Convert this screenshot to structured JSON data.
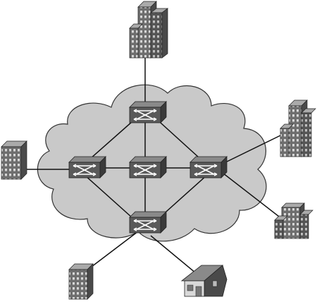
{
  "diagram": {
    "kind": "network-topology",
    "cloud_color": "#c9c9c9",
    "switch_color": "#5a5a5a",
    "building_color": "#7f7f7f",
    "nodes": {
      "switches": [
        {
          "id": "switch-top",
          "icon": "switch-icon"
        },
        {
          "id": "switch-left",
          "icon": "switch-icon"
        },
        {
          "id": "switch-center",
          "icon": "switch-icon"
        },
        {
          "id": "switch-right",
          "icon": "switch-icon"
        },
        {
          "id": "switch-bottom",
          "icon": "switch-icon"
        }
      ],
      "endpoints": [
        {
          "id": "tall-office-tower",
          "icon": "office-tower-icon"
        },
        {
          "id": "right-office-building",
          "icon": "office-building-icon"
        },
        {
          "id": "left-office-building",
          "icon": "office-building-icon"
        },
        {
          "id": "lower-right-office-complex",
          "icon": "office-complex-icon"
        },
        {
          "id": "bottom-left-office-building",
          "icon": "office-building-icon"
        },
        {
          "id": "home",
          "icon": "house-icon"
        }
      ]
    },
    "links": [
      [
        "switch-top",
        "tall-office-tower"
      ],
      [
        "switch-top",
        "switch-left"
      ],
      [
        "switch-top",
        "switch-center"
      ],
      [
        "switch-top",
        "switch-right"
      ],
      [
        "switch-left",
        "switch-center"
      ],
      [
        "switch-center",
        "switch-right"
      ],
      [
        "switch-left",
        "switch-bottom"
      ],
      [
        "switch-center",
        "switch-bottom"
      ],
      [
        "switch-right",
        "switch-bottom"
      ],
      [
        "switch-left",
        "left-office-building"
      ],
      [
        "switch-right",
        "right-office-building"
      ],
      [
        "switch-right",
        "lower-right-office-complex"
      ],
      [
        "switch-bottom",
        "bottom-left-office-building"
      ],
      [
        "switch-bottom",
        "home"
      ]
    ]
  }
}
